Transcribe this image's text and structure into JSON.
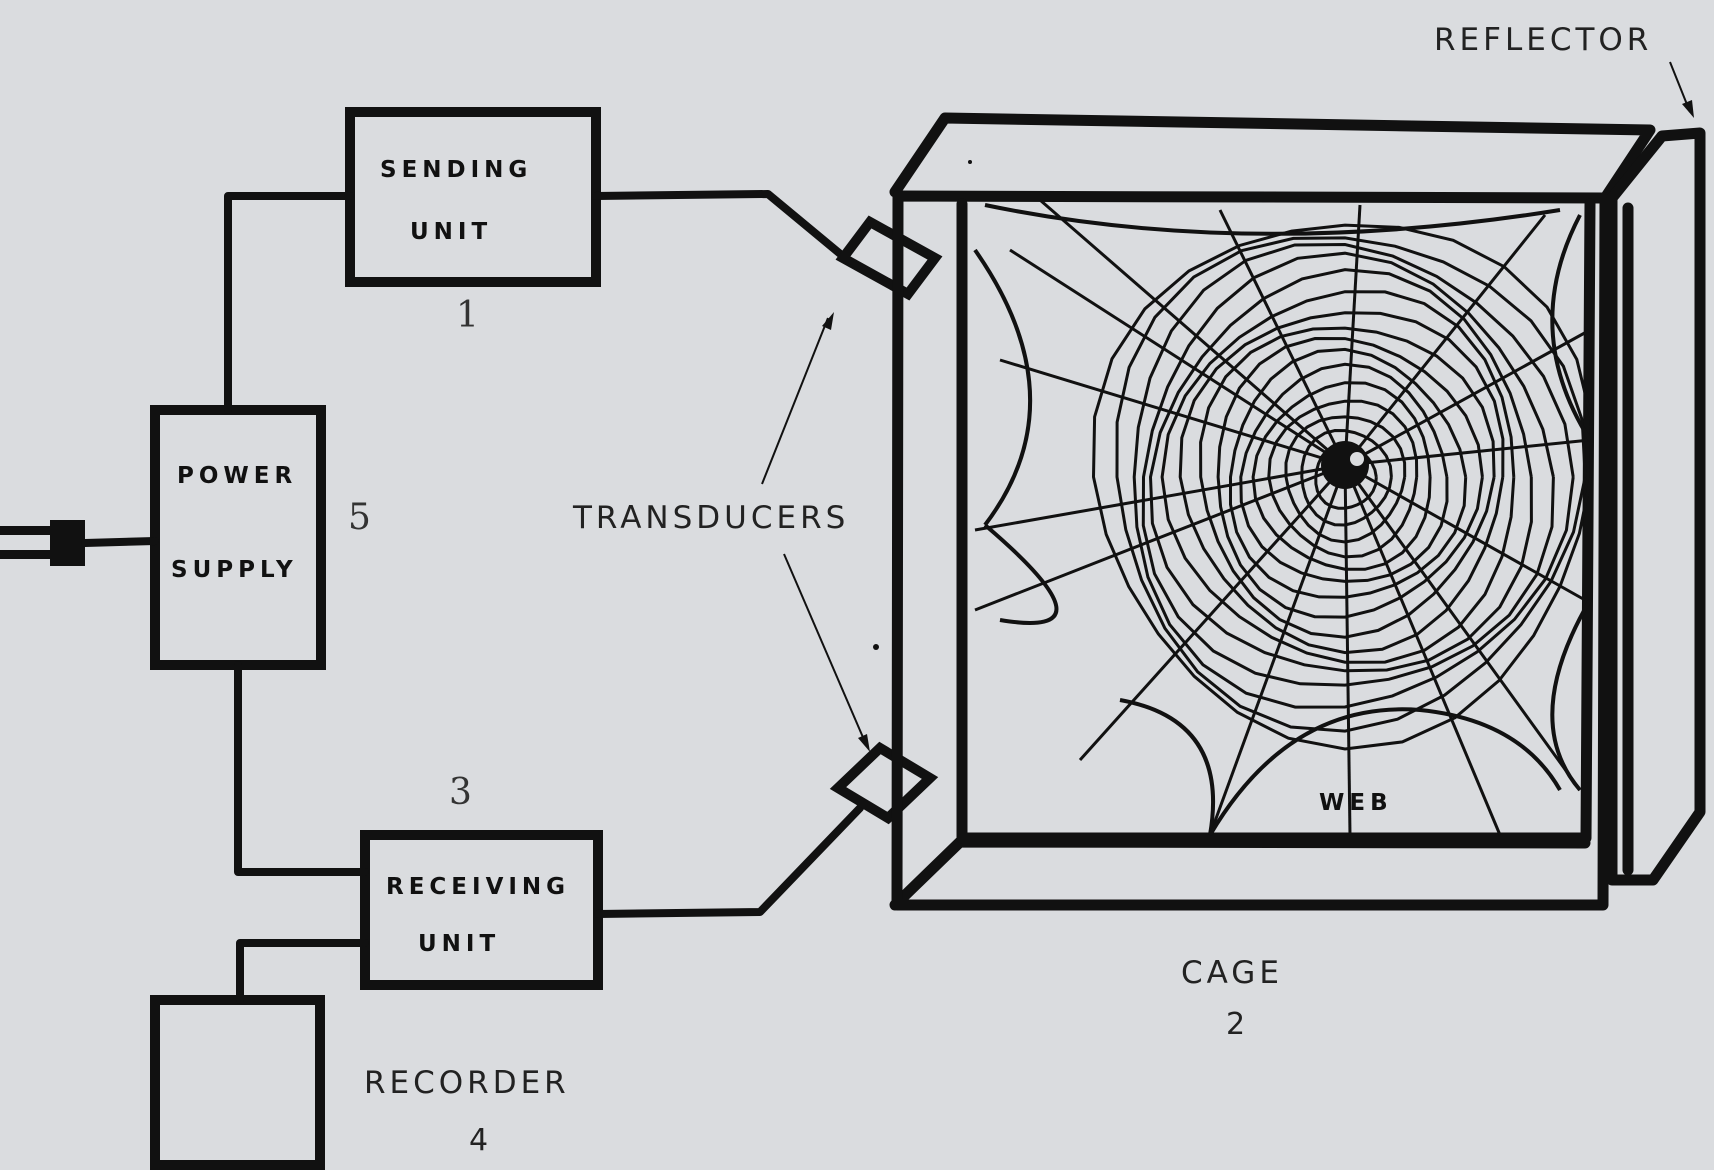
{
  "units": {
    "sending": {
      "line1": "SENDING",
      "line2": "UNIT",
      "number": "1"
    },
    "cage": {
      "label": "CAGE",
      "number": "2"
    },
    "receiving": {
      "line1": "RECEIVING",
      "line2": "UNIT",
      "number": "3"
    },
    "recorder": {
      "label": "RECORDER",
      "number": "4"
    },
    "power": {
      "line1": "POWER",
      "line2": "SUPPLY",
      "number": "5"
    }
  },
  "labels": {
    "transducers": "TRANSDUCERS",
    "reflector": "REFLECTOR",
    "web": "WEB"
  }
}
